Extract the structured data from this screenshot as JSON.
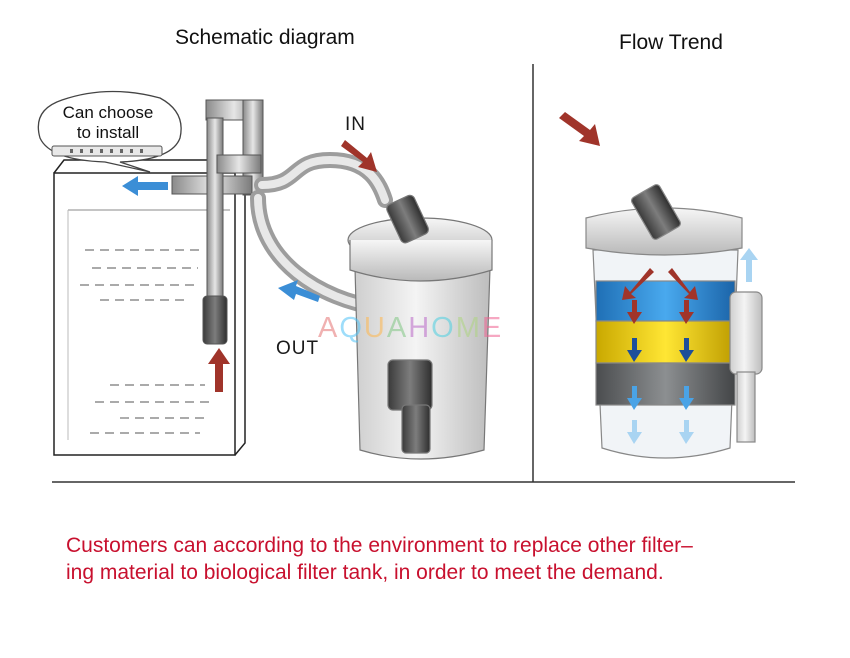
{
  "titles": {
    "left": "Schematic diagram",
    "right": "Flow Trend"
  },
  "labels": {
    "in": "IN",
    "out": "OUT",
    "bubble_line1": "Can choose",
    "bubble_line2": "to install"
  },
  "watermark": {
    "letters": [
      "A",
      "Q",
      "U",
      "A",
      "H",
      "O",
      "M",
      "E"
    ],
    "colors": [
      "#e57373",
      "#4fc3f7",
      "#ffb74d",
      "#81c784",
      "#ba68c8",
      "#4dd0e1",
      "#aed581",
      "#f06292"
    ]
  },
  "caption": {
    "line1": "Customers can according to the environment to replace other filter–",
    "line2": "ing material to biological filter tank, in order to meet the demand."
  },
  "colors": {
    "caption": "#c8102e",
    "arrow_in": "#a0342a",
    "arrow_out": "#3b8ed6",
    "layer_blue": "#2f8fd8",
    "layer_yellow": "#f2d21a",
    "layer_gray": "#6b6e70"
  }
}
